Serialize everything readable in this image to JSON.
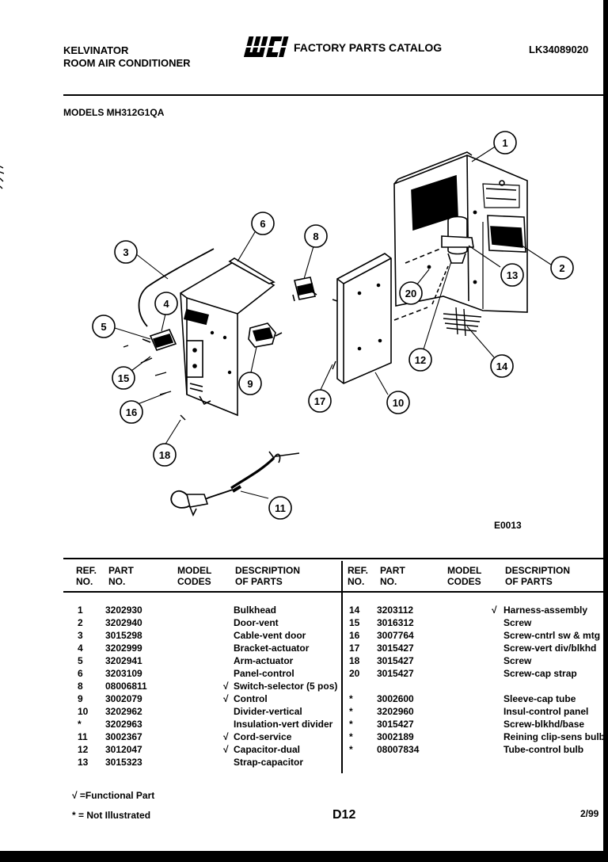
{
  "header": {
    "brand": "KELVINATOR",
    "product": "ROOM AIR CONDITIONER",
    "logo_text": "WCI",
    "catalog": "FACTORY PARTS CATALOG",
    "catalog_number": "LK34089020",
    "models": "MODELS MH312G1QA"
  },
  "diagram": {
    "code": "E0013",
    "callouts": [
      "1",
      "2",
      "3",
      "4",
      "5",
      "6",
      "8",
      "9",
      "10",
      "11",
      "12",
      "13",
      "14",
      "15",
      "16",
      "17",
      "18",
      "20"
    ]
  },
  "table": {
    "headers": {
      "ref_no": "REF.\nNO.",
      "part_no": "PART\nNO.",
      "model_codes": "MODEL\nCODES",
      "description": "DESCRIPTION\nOF PARTS"
    },
    "left_rows": [
      {
        "ref": "1",
        "part": "3202930",
        "mark": "",
        "desc": "Bulkhead"
      },
      {
        "ref": "2",
        "part": "3202940",
        "mark": "",
        "desc": "Door-vent"
      },
      {
        "ref": "3",
        "part": "3015298",
        "mark": "",
        "desc": "Cable-vent door"
      },
      {
        "ref": "4",
        "part": "3202999",
        "mark": "",
        "desc": "Bracket-actuator"
      },
      {
        "ref": "5",
        "part": "3202941",
        "mark": "",
        "desc": "Arm-actuator"
      },
      {
        "ref": "6",
        "part": "3203109",
        "mark": "",
        "desc": "Panel-control"
      },
      {
        "ref": "8",
        "part": "08006811",
        "mark": "√",
        "desc": "Switch-selector (5 pos)"
      },
      {
        "ref": "9",
        "part": "3002079",
        "mark": "√",
        "desc": "Control"
      },
      {
        "ref": "10",
        "part": "3202962",
        "mark": "",
        "desc": "Divider-vertical"
      },
      {
        "ref": "*",
        "part": "3202963",
        "mark": "",
        "desc": "Insulation-vert divider"
      },
      {
        "ref": "11",
        "part": "3002367",
        "mark": "√",
        "desc": "Cord-service"
      },
      {
        "ref": "12",
        "part": "3012047",
        "mark": "√",
        "desc": "Capacitor-dual"
      },
      {
        "ref": "13",
        "part": "3015323",
        "mark": "",
        "desc": "Strap-capacitor"
      }
    ],
    "right_rows": [
      {
        "ref": "14",
        "part": "3203112",
        "mark": "√",
        "desc": "Harness-assembly"
      },
      {
        "ref": "15",
        "part": "3016312",
        "mark": "",
        "desc": "Screw"
      },
      {
        "ref": "16",
        "part": "3007764",
        "mark": "",
        "desc": "Screw-cntrl sw & mtg"
      },
      {
        "ref": "17",
        "part": "3015427",
        "mark": "",
        "desc": "Screw-vert div/blkhd"
      },
      {
        "ref": "18",
        "part": "3015427",
        "mark": "",
        "desc": "Screw"
      },
      {
        "ref": "20",
        "part": "3015427",
        "mark": "",
        "desc": "Screw-cap strap"
      },
      {
        "ref": "",
        "part": "",
        "mark": "",
        "desc": ""
      },
      {
        "ref": "*",
        "part": "3002600",
        "mark": "",
        "desc": "Sleeve-cap tube"
      },
      {
        "ref": "*",
        "part": "3202960",
        "mark": "",
        "desc": "Insul-control panel"
      },
      {
        "ref": "*",
        "part": "3015427",
        "mark": "",
        "desc": "Screw-blkhd/base"
      },
      {
        "ref": "*",
        "part": "3002189",
        "mark": "",
        "desc": "Reining clip-sens bulb"
      },
      {
        "ref": "*",
        "part": "08007834",
        "mark": "",
        "desc": "Tube-control bulb"
      }
    ]
  },
  "footer": {
    "functional_note": "√ =Functional Part",
    "not_illustrated_note": "* = Not Illustrated",
    "page": "D12",
    "date": "2/99"
  }
}
